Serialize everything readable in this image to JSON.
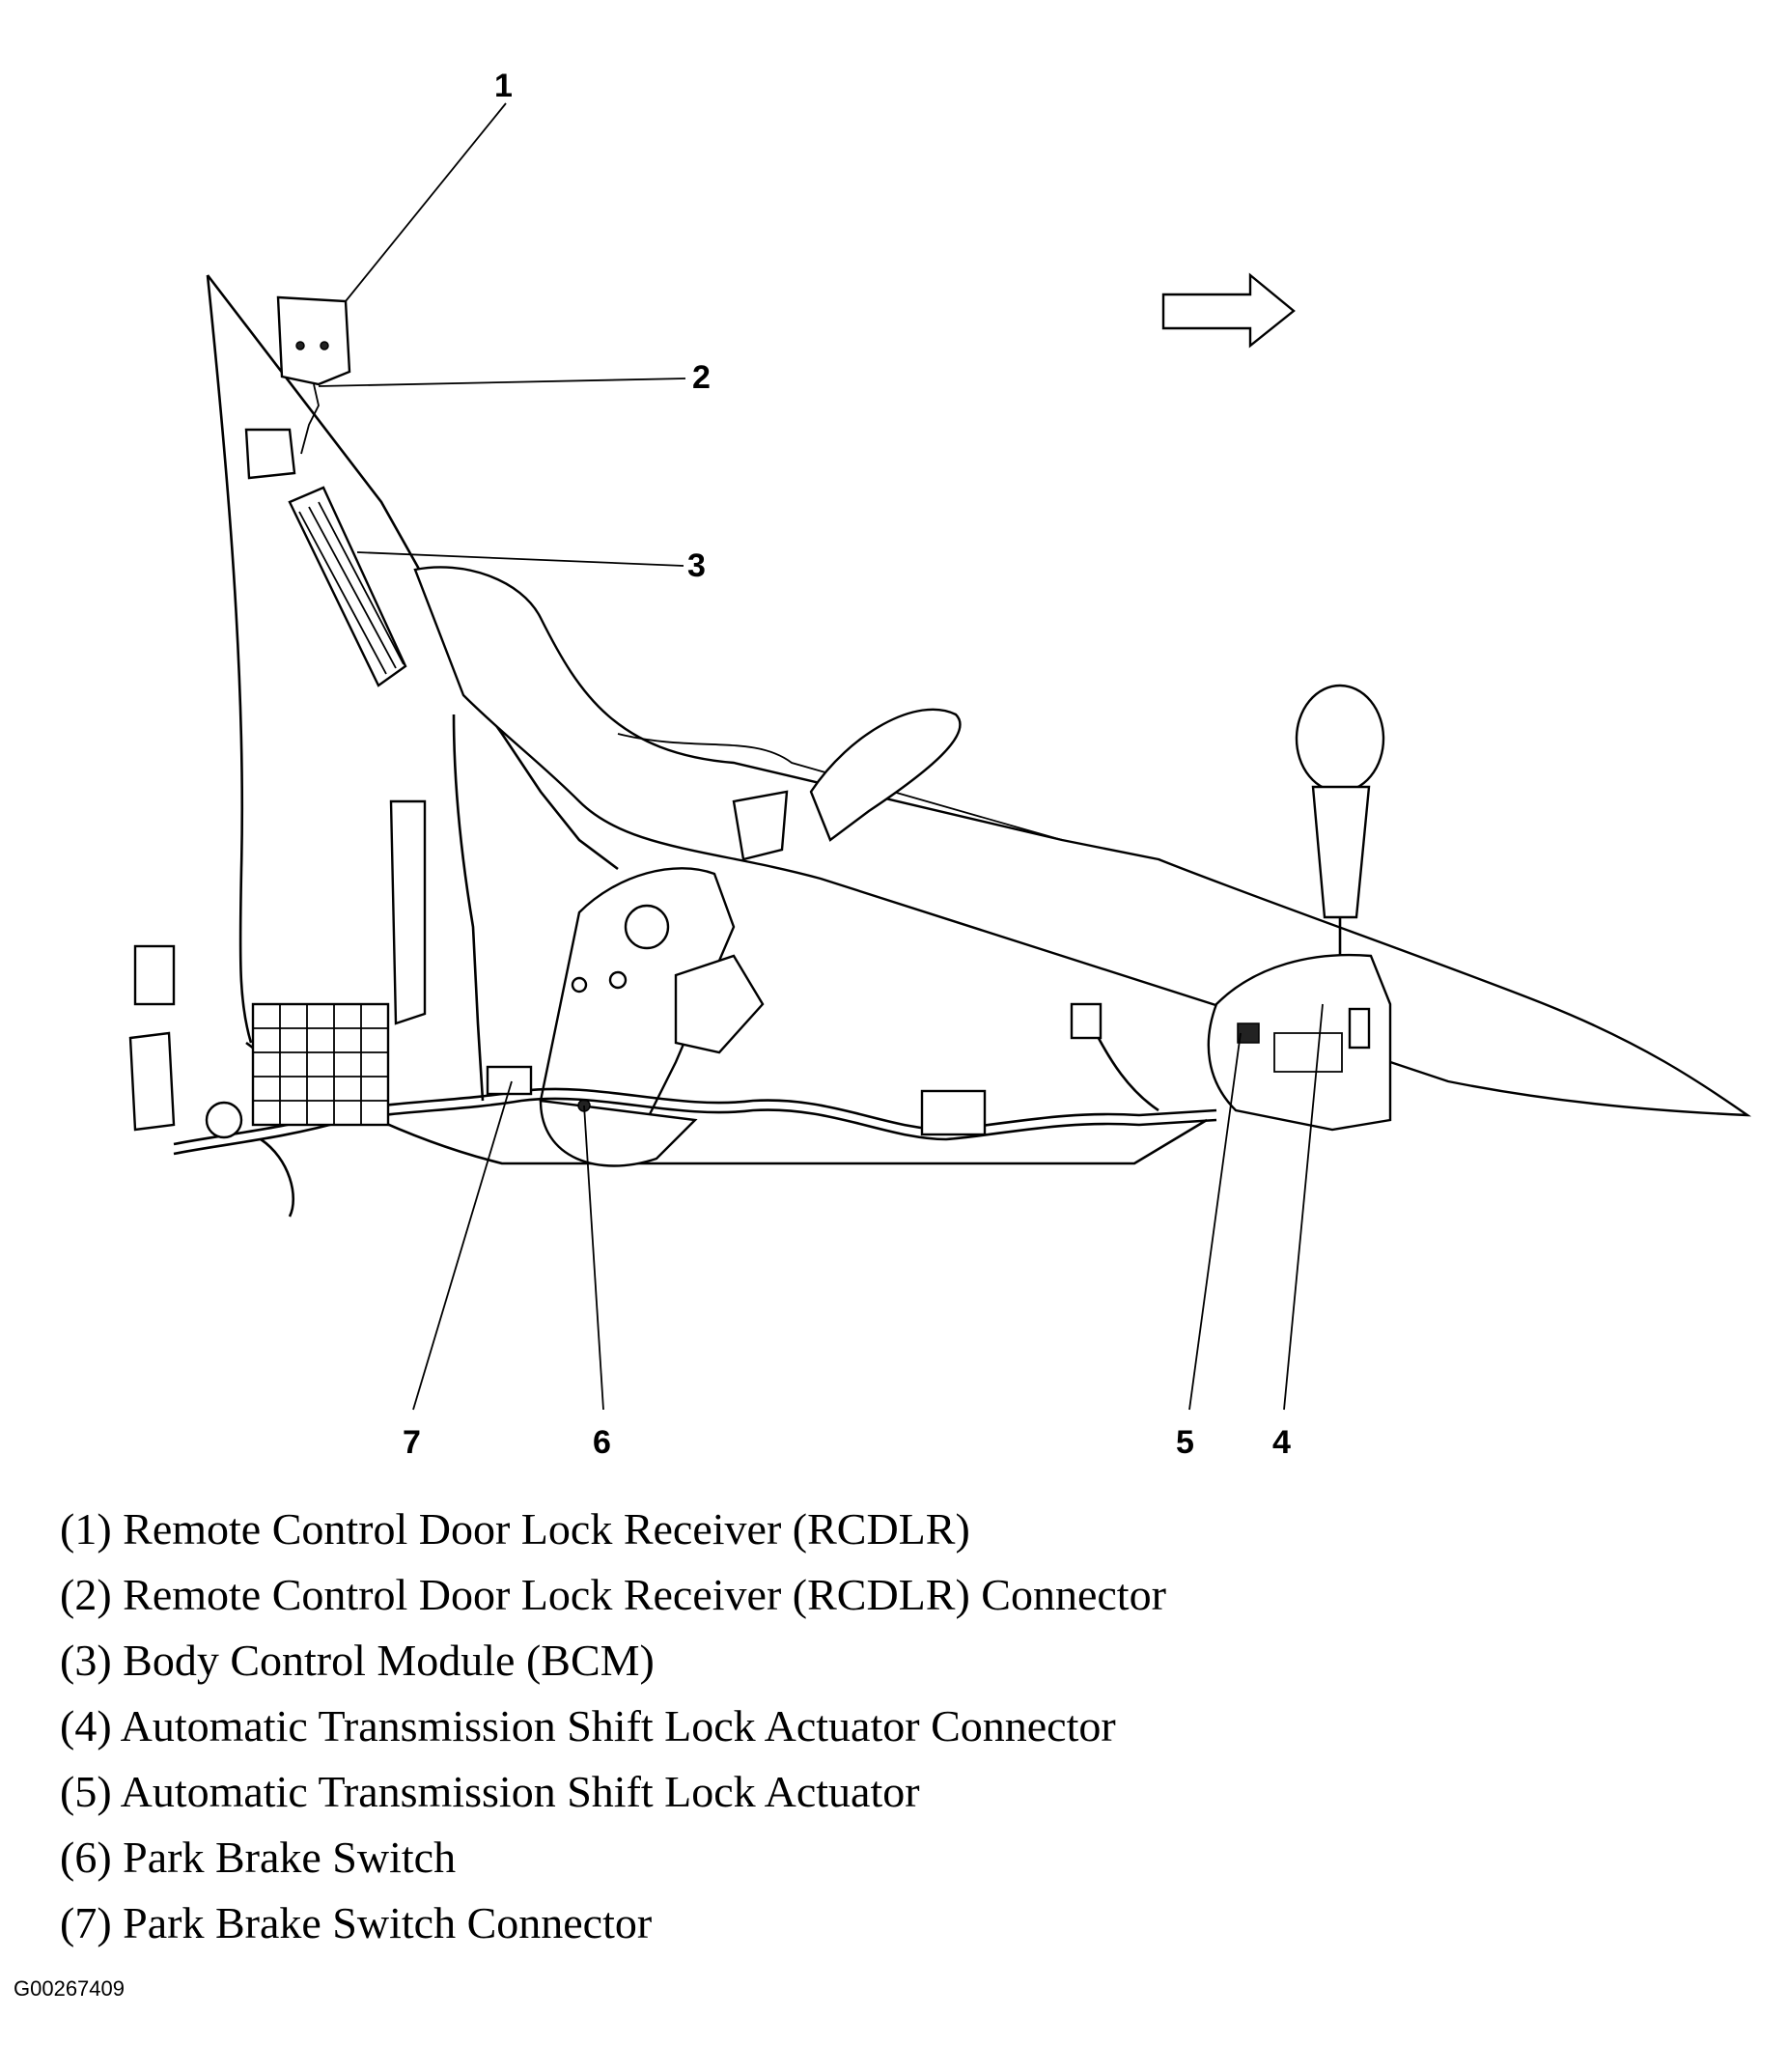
{
  "callouts": [
    "1",
    "2",
    "3",
    "4",
    "5",
    "6",
    "7"
  ],
  "legend": [
    "(1) Remote Control Door Lock Receiver (RCDLR)",
    "(2) Remote Control Door Lock Receiver (RCDLR) Connector",
    "(3) Body Control Module (BCM)",
    "(4) Automatic Transmission Shift Lock Actuator Connector",
    "(5) Automatic Transmission Shift Lock Actuator",
    "(6) Park Brake Switch",
    "(7) Park Brake Switch Connector"
  ],
  "figure_id": "G00267409",
  "icons": {
    "direction": "forward-arrow-icon"
  }
}
